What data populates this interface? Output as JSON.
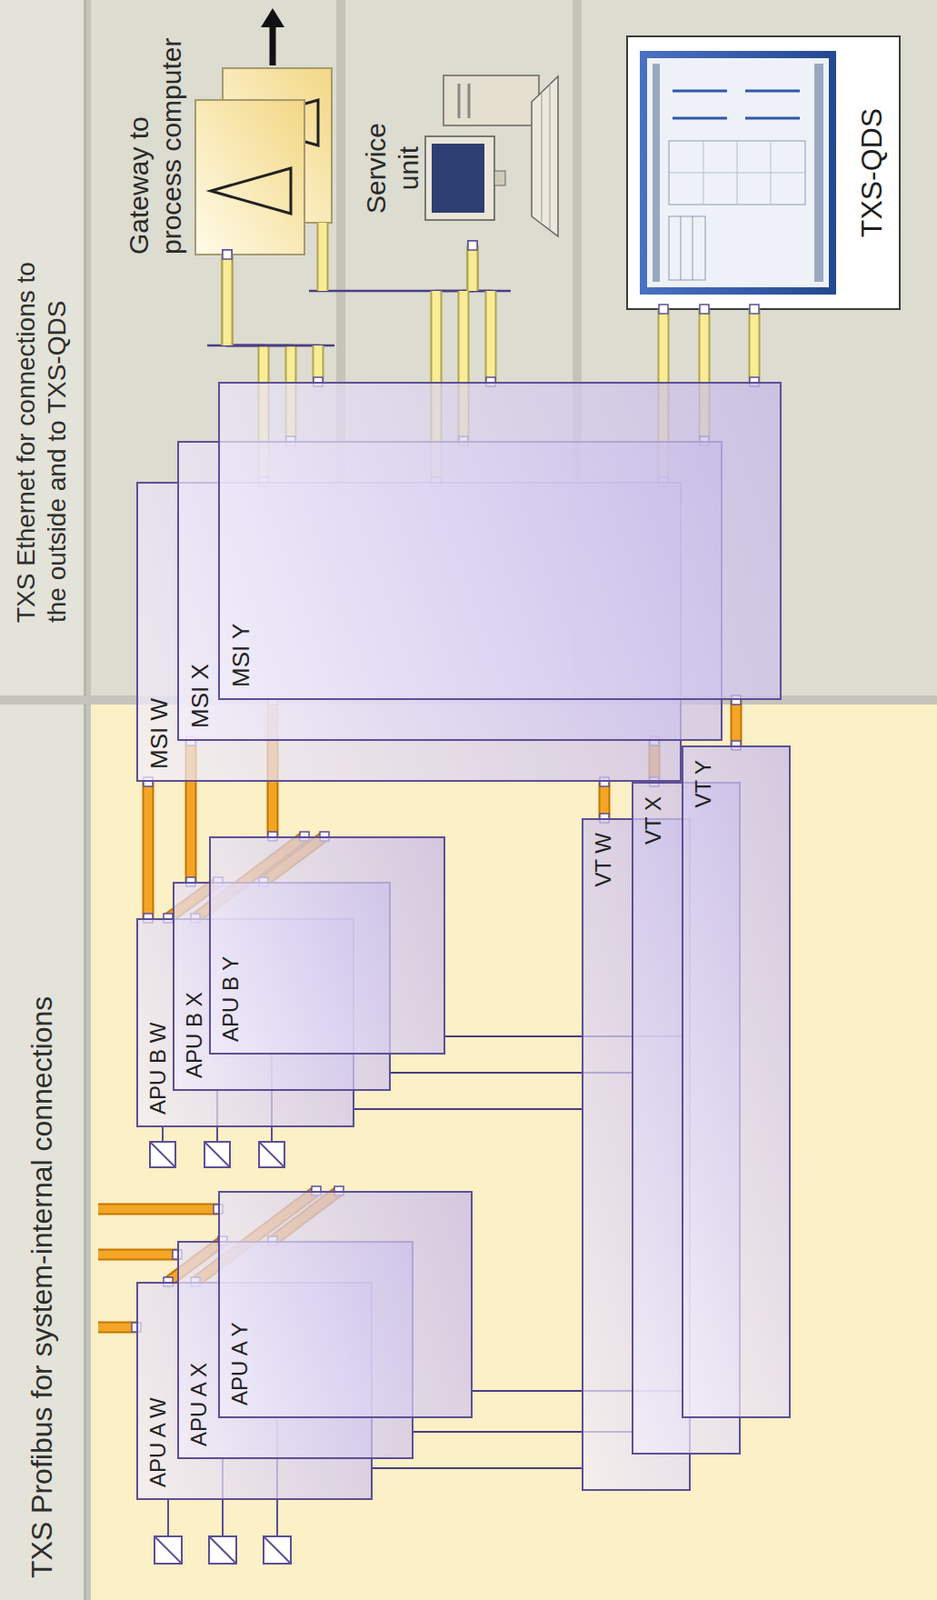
{
  "diagram": {
    "nodes": [
      {
        "text": [
          "TXS Profibus for system-internal connections"
        ]
      },
      {
        "text": [
          "TXS Ethernet for connections to the outside and to TXS-QDS"
        ]
      },
      {
        "text": [
          "APU A W"
        ]
      },
      {
        "text": [
          "APU A X"
        ]
      },
      {
        "text": [
          "APU A Y"
        ]
      },
      {
        "text": [
          "APU B W"
        ]
      },
      {
        "text": [
          "APU B X"
        ]
      },
      {
        "text": [
          "APU B Y"
        ]
      },
      {
        "text": [
          "MSI W"
        ]
      },
      {
        "text": [
          "MSI X"
        ]
      },
      {
        "text": [
          "MSI Y"
        ]
      },
      {
        "text": [
          "Gateway to process computer"
        ]
      },
      {
        "text": [
          "Service unit"
        ]
      },
      {
        "text": [
          "VT W"
        ]
      },
      {
        "text": [
          "VT X"
        ]
      },
      {
        "text": [
          "VT Y"
        ]
      },
      {
        "text": [
          "TXS-QDS"
        ]
      }
    ],
    "edges": [
      {
        "from": 2,
        "to": 3,
        "arrow": "none"
      },
      {
        "from": 2,
        "to": 4,
        "arrow": "none"
      },
      {
        "from": 3,
        "to": 4,
        "arrow": "none"
      },
      {
        "from": 5,
        "to": 6,
        "arrow": "none"
      },
      {
        "from": 5,
        "to": 7,
        "arrow": "none"
      },
      {
        "from": 6,
        "to": 7,
        "arrow": "none"
      },
      {
        "from": 5,
        "to": 8,
        "arrow": "none"
      },
      {
        "from": 6,
        "to": 9,
        "arrow": "none"
      },
      {
        "from": 7,
        "to": 10,
        "arrow": "none"
      },
      {
        "from": 2,
        "to": 13,
        "arrow": "none"
      },
      {
        "from": 3,
        "to": 14,
        "arrow": "none"
      },
      {
        "from": 4,
        "to": 15,
        "arrow": "none"
      },
      {
        "from": 5,
        "to": 13,
        "arrow": "none"
      },
      {
        "from": 6,
        "to": 14,
        "arrow": "none"
      },
      {
        "from": 7,
        "to": 15,
        "arrow": "none"
      },
      {
        "from": 13,
        "to": 8,
        "arrow": "none"
      },
      {
        "from": 14,
        "to": 9,
        "arrow": "none"
      },
      {
        "from": 15,
        "to": 10,
        "arrow": "none"
      },
      {
        "from": 8,
        "to": 11,
        "arrow": "none"
      },
      {
        "from": 9,
        "to": 11,
        "arrow": "none"
      },
      {
        "from": 10,
        "to": 11,
        "arrow": "none"
      },
      {
        "from": 8,
        "to": 12,
        "arrow": "none"
      },
      {
        "from": 9,
        "to": 12,
        "arrow": "none"
      },
      {
        "from": 10,
        "to": 12,
        "arrow": "none"
      },
      {
        "from": 8,
        "to": 16,
        "arrow": "none"
      },
      {
        "from": 9,
        "to": 16,
        "arrow": "none"
      },
      {
        "from": 10,
        "to": 16,
        "arrow": "none"
      }
    ]
  }
}
